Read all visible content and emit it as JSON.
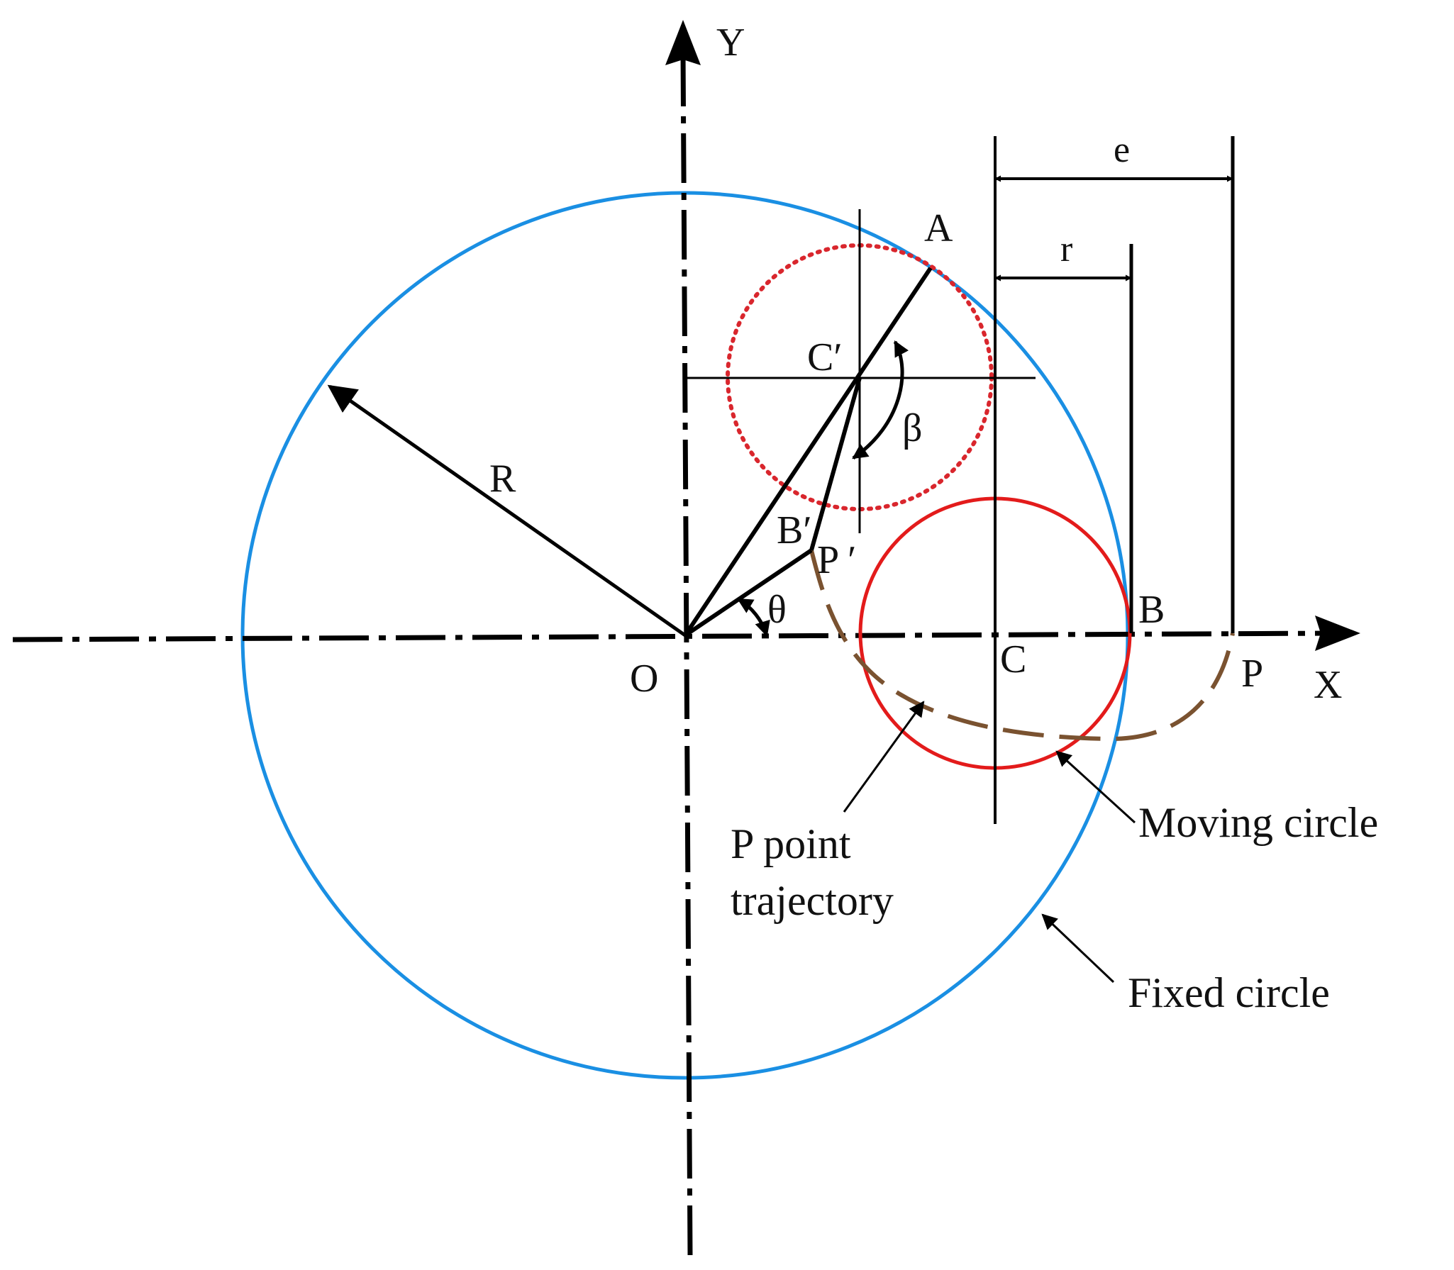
{
  "axes": {
    "x_label": "X",
    "y_label": "Y",
    "origin_label": "O"
  },
  "points": {
    "A": "A",
    "B": "B",
    "B_prime": "B′",
    "C": "C",
    "C_prime": "C′",
    "P": "P",
    "P_prime": "P ′"
  },
  "dimensions": {
    "R": "R",
    "r": "r",
    "e": "e"
  },
  "angles": {
    "theta": "θ",
    "beta": "β"
  },
  "annotations": {
    "trajectory_line1": "P point",
    "trajectory_line2": "trajectory",
    "moving_circle": "Moving circle",
    "fixed_circle": "Fixed circle"
  },
  "colors": {
    "fixed_circle": "#1a8fe3",
    "moving_circle": "#e31b1b",
    "moving_circle_ghost": "#d9262d",
    "trajectory": "#7a5230",
    "ink": "#000000"
  }
}
